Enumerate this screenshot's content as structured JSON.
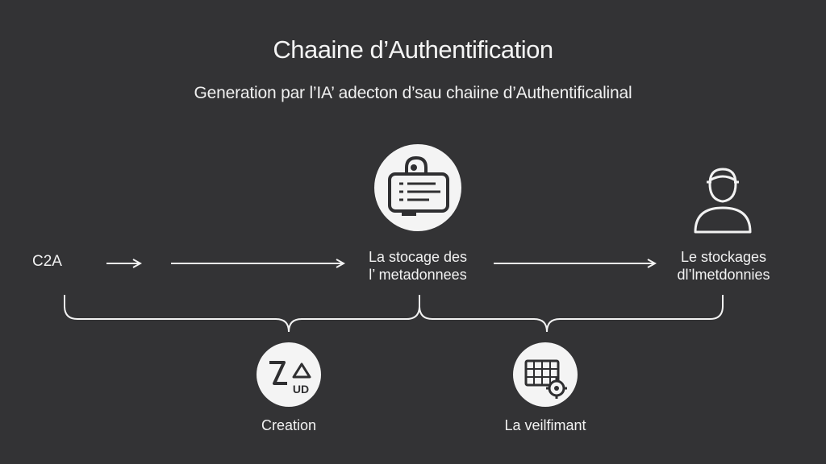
{
  "title": "Chaaine d’Authentification",
  "subtitle": "Generation par l’IA’ adecton d’sau chaiine d’Authentificalinal",
  "nodes": {
    "start_label": "C2A",
    "middle_label_line1": "La stocage des",
    "middle_label_line2": "l’ metadonnees",
    "right_label_line1": "Le stockages",
    "right_label_line2": "dl’lmetdonnies"
  },
  "phases": {
    "creation_label": "Creation",
    "verification_label": "La veilfimant",
    "creation_icon_text": "UD"
  },
  "icons": {
    "middle": "lock-document-icon",
    "right": "user-icon",
    "creation": "creation-logo-icon",
    "verification": "grid-gear-icon"
  },
  "colors": {
    "background": "#333335",
    "line": "#f2f2f2",
    "icon_circle": "#f4f4f4",
    "icon_stroke": "#2f2f31"
  }
}
